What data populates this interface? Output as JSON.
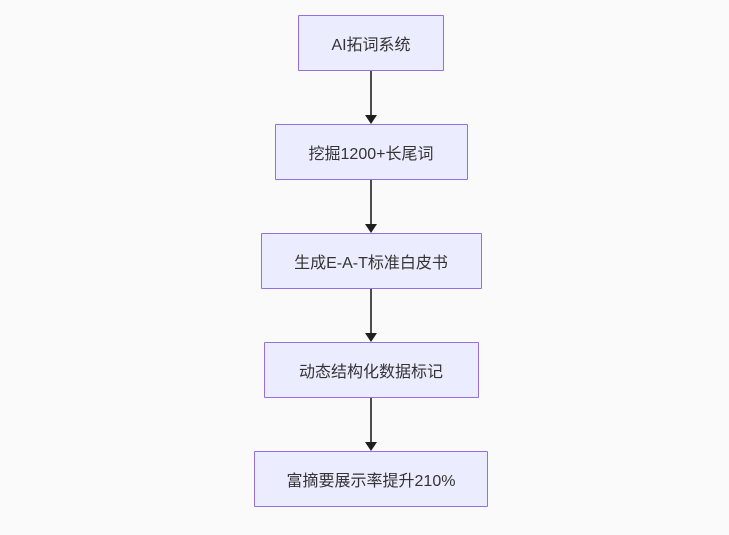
{
  "flowchart": {
    "type": "flowchart-top-down",
    "nodes": [
      {
        "label": "AI拓词系统"
      },
      {
        "label": "挖掘1200+长尾词"
      },
      {
        "label": "生成E-A-T标准白皮书"
      },
      {
        "label": "动态结构化数据标记"
      },
      {
        "label": "富摘要展示率提升210%"
      }
    ],
    "edges": [
      {
        "from": 0,
        "to": 1,
        "style": "arrow-down"
      },
      {
        "from": 1,
        "to": 2,
        "style": "arrow-down"
      },
      {
        "from": 2,
        "to": 3,
        "style": "arrow-down"
      },
      {
        "from": 3,
        "to": 4,
        "style": "arrow-down"
      }
    ],
    "colors": {
      "node_fill": "#ececff",
      "node_border": "#9370db",
      "node_text": "#333333",
      "edge_line": "#4d4d4d",
      "arrowhead": "#1f1f1f",
      "background": "#fafafa"
    }
  }
}
